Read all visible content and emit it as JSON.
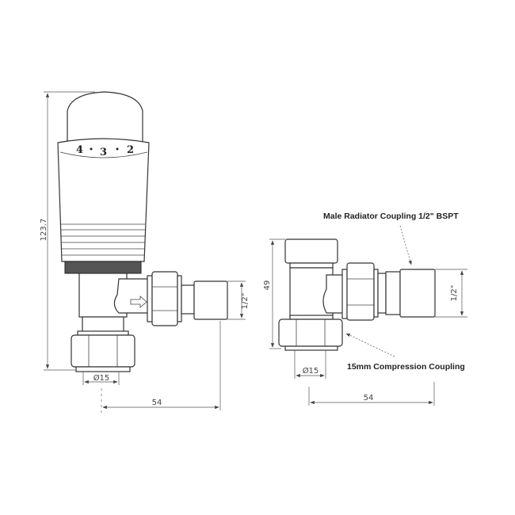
{
  "left_view": {
    "height_dim": "123.7",
    "thread_dim": "1/2\"",
    "pipe_dia_dim": "Ø15",
    "length_dim": "54",
    "dial_numbers": [
      "4",
      "3",
      "2"
    ]
  },
  "right_view": {
    "height_dim": "49",
    "thread_dim": "1/2\"",
    "pipe_dia_dim": "Ø15",
    "length_dim": "54",
    "callout_radiator": "Male Radiator Coupling 1/2\" BSPT",
    "callout_compression": "15mm Compression Coupling"
  }
}
